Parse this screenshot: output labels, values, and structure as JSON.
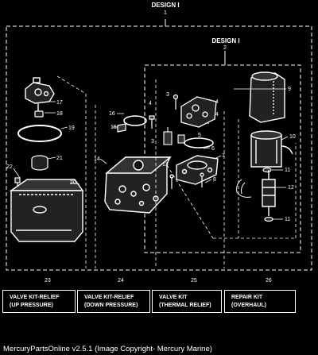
{
  "diagram": {
    "main_title": "DESIGN I",
    "main_title_number": "1",
    "sub_title": "DESIGN I",
    "sub_title_number": "2"
  },
  "callouts": [
    "17",
    "18",
    "19",
    "21",
    "22",
    "20",
    "16",
    "15",
    "14",
    "4",
    "3",
    "4",
    "4",
    "5",
    "3",
    "6",
    "7",
    "8",
    "13",
    "9",
    "10",
    "11",
    "12",
    "11"
  ],
  "kits": [
    {
      "number": "23",
      "line1": "VALVE KIT-RELIEF",
      "line2": "(UP PRESSURE)"
    },
    {
      "number": "24",
      "line1": "VALVE KIT-RELIEF",
      "line2": "(DOWN PRESSURE)"
    },
    {
      "number": "25",
      "line1": "VALVE KIT",
      "line2": "(THERMAL RELIEF)"
    },
    {
      "number": "26",
      "line1": "REPAIR KIT",
      "line2": "(OVERHAUL)"
    }
  ],
  "footer": "MercuryPartsOnline v2.5.1 (Image Copyright- Mercury Marine)"
}
